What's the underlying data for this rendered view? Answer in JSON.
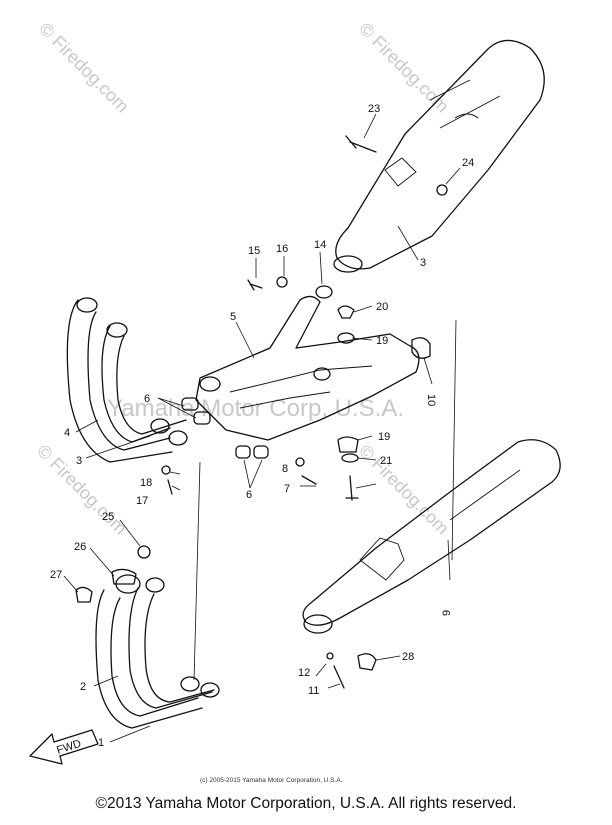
{
  "watermark": {
    "site": "© Firedog.com",
    "company": "Yamaha Motor Corp, U.S.A."
  },
  "drawing_credit": "(c) 2005-2015 Yamaha Motor Corporation, U.S.A.",
  "copyright": "©2013 Yamaha Motor Corporation, U.S.A. All rights reserved.",
  "fwd_label": "FWD",
  "callouts": {
    "c1": "1",
    "c2": "2",
    "c3a": "3",
    "c3b": "3",
    "c4": "4",
    "c5": "5",
    "c6a": "6",
    "c6b": "6",
    "c7": "7",
    "c8": "8",
    "c9": "9",
    "c10": "10",
    "c11": "11",
    "c12": "12",
    "c14": "14",
    "c15": "15",
    "c16": "16",
    "c17": "17",
    "c18": "18",
    "c19a": "19",
    "c19b": "19",
    "c20": "20",
    "c21": "21",
    "c23": "23",
    "c24": "24",
    "c25": "25",
    "c26": "26",
    "c27": "27",
    "c28": "28"
  }
}
